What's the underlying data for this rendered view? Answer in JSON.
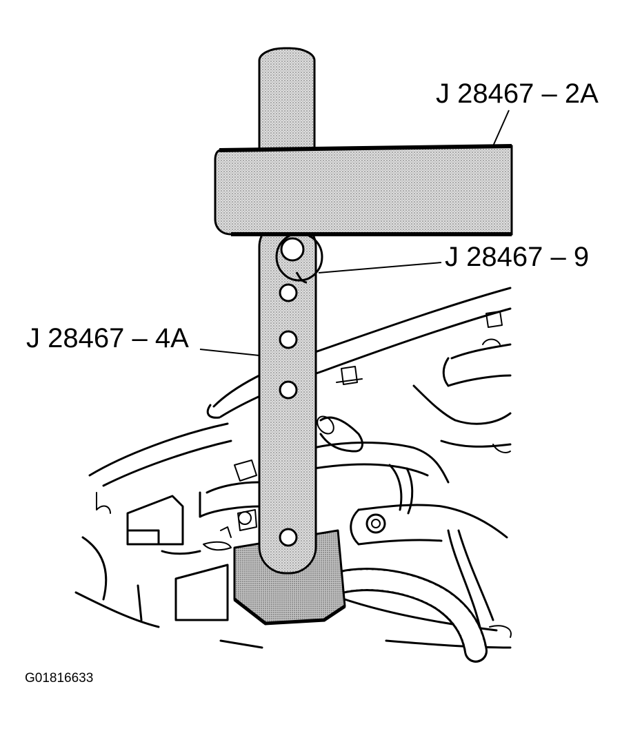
{
  "labels": {
    "crossbar": "J 28467 – 2A",
    "pin": "J 28467 – 9",
    "support_leg": "J 28467 – 4A"
  },
  "figure_id": "G01816633",
  "colors": {
    "ink": "#000000",
    "tool_shading": "#c8c8c8",
    "background": "#ffffff"
  }
}
